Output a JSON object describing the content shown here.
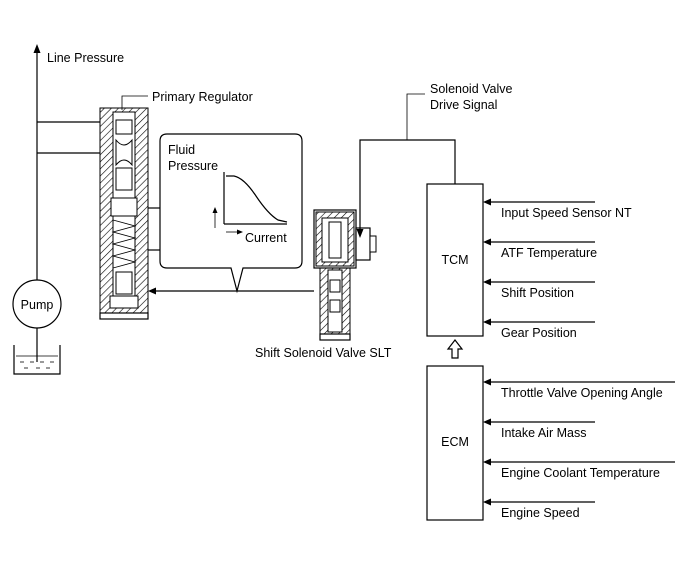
{
  "labels": {
    "line_pressure": "Line Pressure",
    "primary_regulator": "Primary Regulator",
    "pump": "Pump",
    "fluid": "Fluid",
    "pressure": "Pressure",
    "current": "Current",
    "solenoid_valve": "Solenoid Valve",
    "drive_signal": "Drive Signal",
    "shift_solenoid": "Shift Solenoid Valve SLT",
    "tcm": "TCM",
    "ecm": "ECM"
  },
  "tcm_inputs": [
    "Input Speed Sensor NT",
    "ATF Temperature",
    "Shift Position",
    "Gear Position"
  ],
  "ecm_inputs": [
    "Throttle Valve Opening Angle",
    "Intake Air Mass",
    "Engine Coolant Temperature",
    "Engine Speed"
  ]
}
